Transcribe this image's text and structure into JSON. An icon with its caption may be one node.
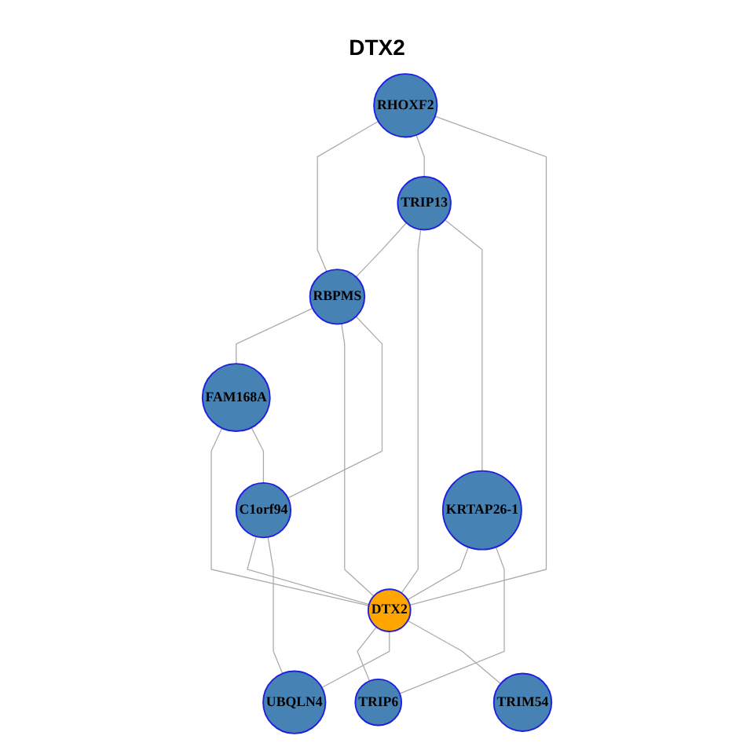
{
  "diagram": {
    "title": "DTX2",
    "nodes": [
      {
        "text": [
          "RHOXF2"
        ]
      },
      {
        "text": [
          "FAM168A"
        ]
      },
      {
        "text": [
          "RBPMS"
        ]
      },
      {
        "text": [
          "TRIP13"
        ]
      },
      {
        "text": [
          "C1orf94"
        ]
      },
      {
        "text": [
          "DTX2"
        ]
      },
      {
        "text": [
          "KRTAP26-1"
        ]
      },
      {
        "text": [
          "UBQLN4"
        ]
      },
      {
        "text": [
          "TRIP6"
        ]
      },
      {
        "text": [
          "TRIM54"
        ]
      }
    ],
    "edges": [
      {
        "from": 0,
        "to": 2,
        "arrow": "none"
      },
      {
        "from": 0,
        "to": 3,
        "arrow": "none"
      },
      {
        "from": 0,
        "to": 5,
        "arrow": "none"
      },
      {
        "from": 3,
        "to": 2,
        "arrow": "none"
      },
      {
        "from": 2,
        "to": 1,
        "arrow": "none"
      },
      {
        "from": 2,
        "to": 5,
        "arrow": "none"
      },
      {
        "from": 2,
        "to": 4,
        "arrow": "none"
      },
      {
        "from": 1,
        "to": 5,
        "arrow": "none"
      },
      {
        "from": 1,
        "to": 4,
        "arrow": "none"
      },
      {
        "from": 3,
        "to": 5,
        "arrow": "none"
      },
      {
        "from": 3,
        "to": 6,
        "arrow": "none"
      },
      {
        "from": 4,
        "to": 5,
        "arrow": "none"
      },
      {
        "from": 4,
        "to": 7,
        "arrow": "none"
      },
      {
        "from": 6,
        "to": 5,
        "arrow": "none"
      },
      {
        "from": 6,
        "to": 8,
        "arrow": "none"
      },
      {
        "from": 5,
        "to": 8,
        "arrow": "none"
      },
      {
        "from": 5,
        "to": 7,
        "arrow": "none"
      },
      {
        "from": 5,
        "to": 9,
        "arrow": "none"
      }
    ]
  }
}
